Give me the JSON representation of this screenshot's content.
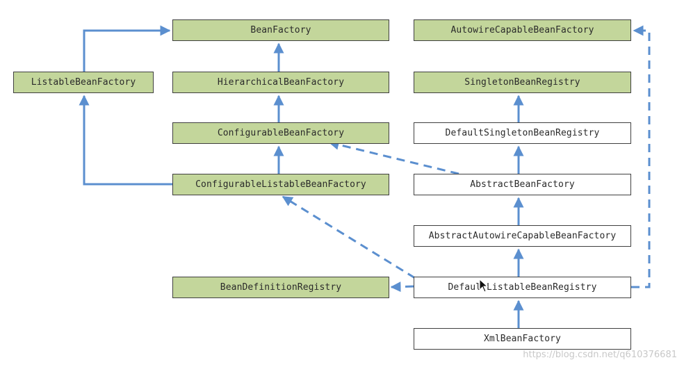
{
  "nodes": {
    "bean_factory": "BeanFactory",
    "autowire_capable_bean_factory": "AutowireCapableBeanFactory",
    "listable_bean_factory": "ListableBeanFactory",
    "hierarchical_bean_factory": "HierarchicalBeanFactory",
    "singleton_bean_registry": "SingletonBeanRegistry",
    "configurable_bean_factory": "ConfigurableBeanFactory",
    "default_singleton_bean_registry": "DefaultSingletonBeanRegistry",
    "configurable_listable_bean_factory": "ConfigurableListableBeanFactory",
    "abstract_bean_factory": "AbstractBeanFactory",
    "abstract_autowire_capable_bean_factory": "AbstractAutowireCapableBeanFactory",
    "bean_definition_registry": "BeanDefinitionRegistry",
    "default_listable_bean_registry": "DefaultListableBeanRegistry",
    "xml_bean_factory": "XmlBeanFactory"
  },
  "colors": {
    "interface_fill": "#c3d69b",
    "class_fill": "#ffffff",
    "arrow": "#5b8fcf",
    "border": "#3f3f3f"
  },
  "watermark": "https://blog.csdn.net/q610376681"
}
